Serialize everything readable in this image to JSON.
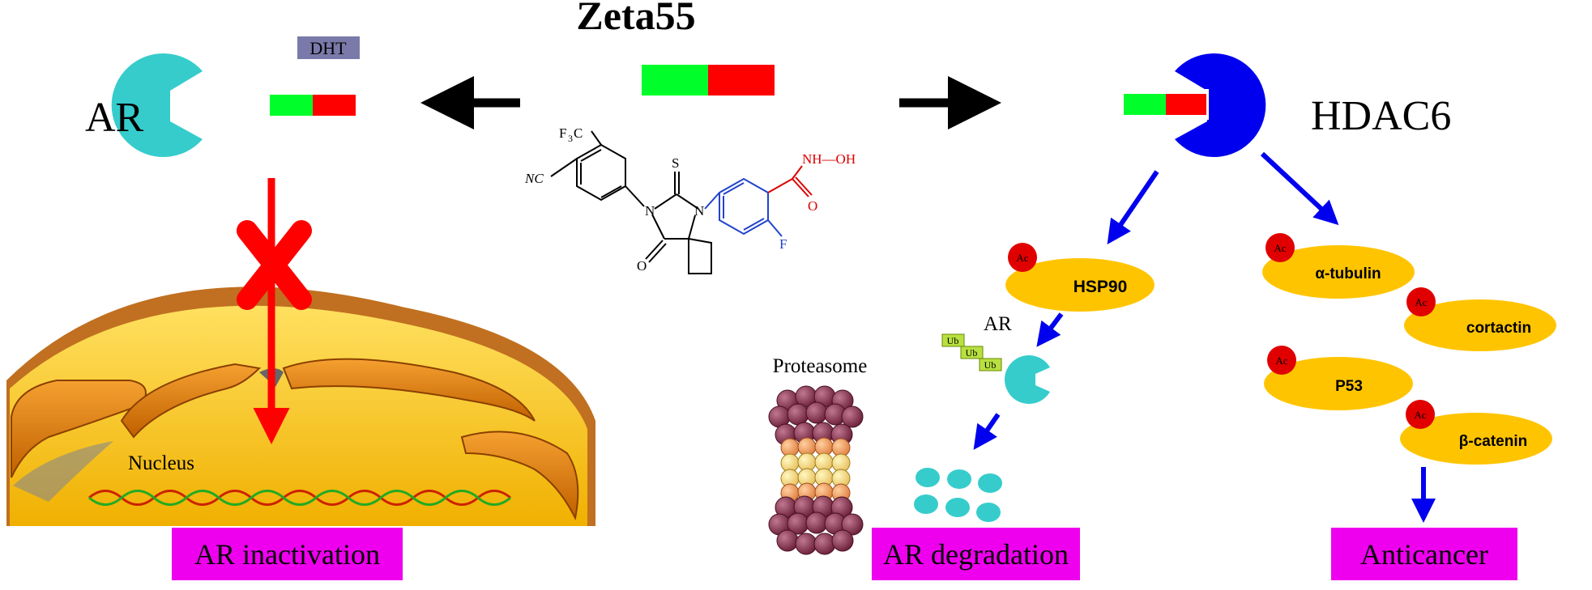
{
  "title": "Zeta55",
  "targets": {
    "left": "AR",
    "right": "HDAC6"
  },
  "ligand": "DHT",
  "molecule": {
    "labels": {
      "cf3_main": "F",
      "cf3_sub": "3",
      "cf3_c": "C",
      "nc": "NC",
      "s": "S",
      "n1": "N",
      "n2": "N",
      "o": "O",
      "f": "F",
      "nhoh": "NH—OH",
      "o2": "O"
    }
  },
  "nucleus_label": "Nucleus",
  "proteasome_label": "Proteasome",
  "ar_small_label": "AR",
  "ub_label": "Ub",
  "ac_label": "Ac",
  "substrates": {
    "hsp90": "HSP90",
    "tubulin": "α-tubulin",
    "cortactin": "cortactin",
    "p53": "P53",
    "catenin": "β-catenin"
  },
  "outcomes": {
    "inactivation": "AR inactivation",
    "degradation": "AR degradation",
    "anticancer": "Anticancer"
  },
  "colors": {
    "green": "#00ff2a",
    "red": "#ff0000",
    "cyan": "#36cccc",
    "blue": "#0000ee",
    "yellow": "#ffc400",
    "magenta": "#ee00ee",
    "dht_box": "#7a7aaa",
    "ac_red": "#e00000",
    "ub_green": "#b8e040"
  }
}
